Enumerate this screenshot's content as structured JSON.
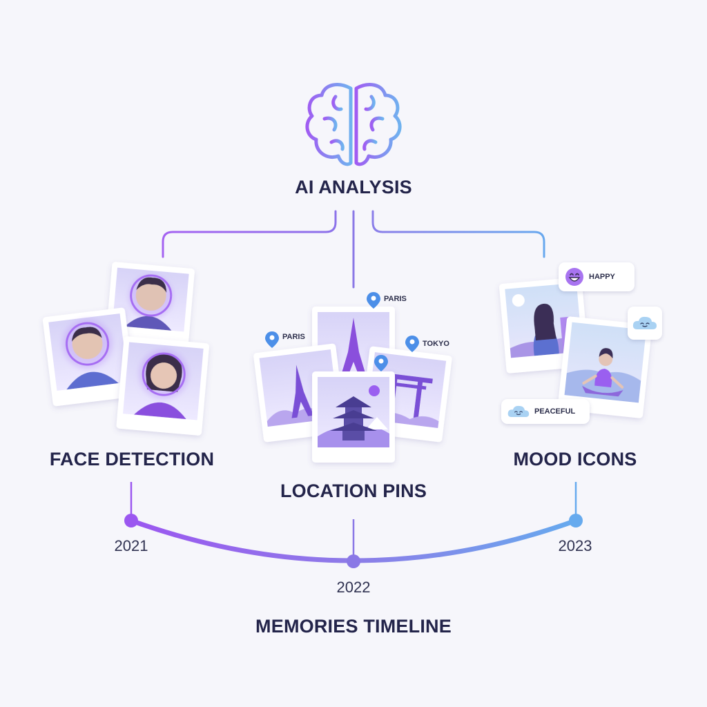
{
  "header": {
    "title": "AI ANALYSIS",
    "icon": "brain-icon"
  },
  "branches": {
    "face": {
      "title": "FACE DETECTION"
    },
    "location": {
      "title": "LOCATION PINS",
      "pins": [
        "PARIS",
        "PARIS",
        "TOKYO"
      ]
    },
    "mood": {
      "title": "MOOD ICONS",
      "badges": [
        "HAPPY",
        "",
        "PEACEFUL"
      ]
    }
  },
  "timeline": {
    "title": "MEMORIES TIMELINE",
    "years": [
      "2021",
      "2022",
      "2023"
    ]
  },
  "colors": {
    "purple": "#9a5ef0",
    "violet": "#7a6ee8",
    "blue": "#62a8ee",
    "text": "#23244a"
  }
}
